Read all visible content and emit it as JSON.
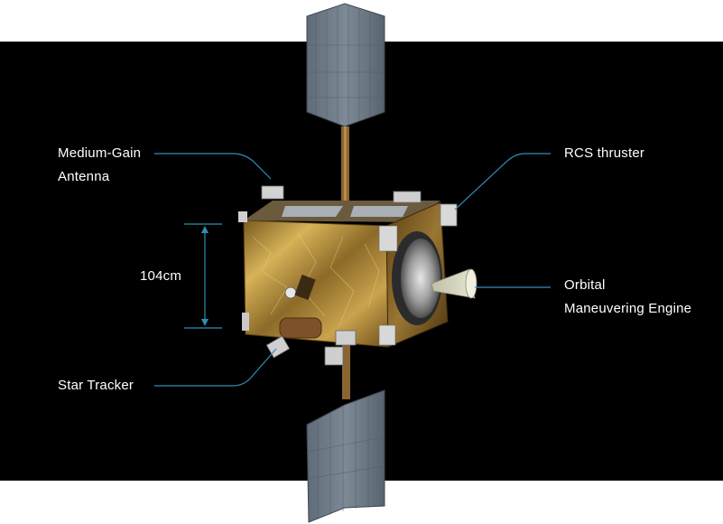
{
  "colors": {
    "background": "#000000",
    "leader_line": "#2f8fb6",
    "label_text": "#ffffff"
  },
  "labels": {
    "medium_gain_antenna": {
      "line1": "Medium-Gain",
      "line2": "Antenna"
    },
    "rcs_thruster": {
      "line1": "RCS thruster"
    },
    "orbital_maneuvering_engine": {
      "line1": "Orbital",
      "line2": "Maneuvering Engine"
    },
    "star_tracker": {
      "line1": "Star Tracker"
    },
    "dimension": {
      "text": "104cm"
    }
  }
}
